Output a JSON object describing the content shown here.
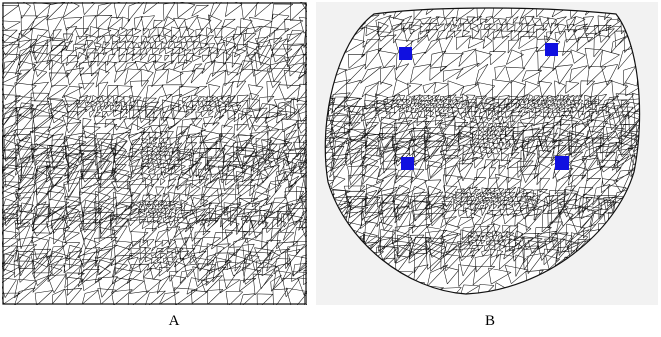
{
  "panels": [
    {
      "caption": "A",
      "mesh": "square-face-mesh"
    },
    {
      "caption": "B",
      "mesh": "face-shaped-mesh",
      "marker_color": "#1010e0",
      "marker_count": 4
    }
  ],
  "colors": {
    "mesh_stroke": "#111111",
    "background": "#f2f2f2",
    "marker": "#1010e0"
  }
}
